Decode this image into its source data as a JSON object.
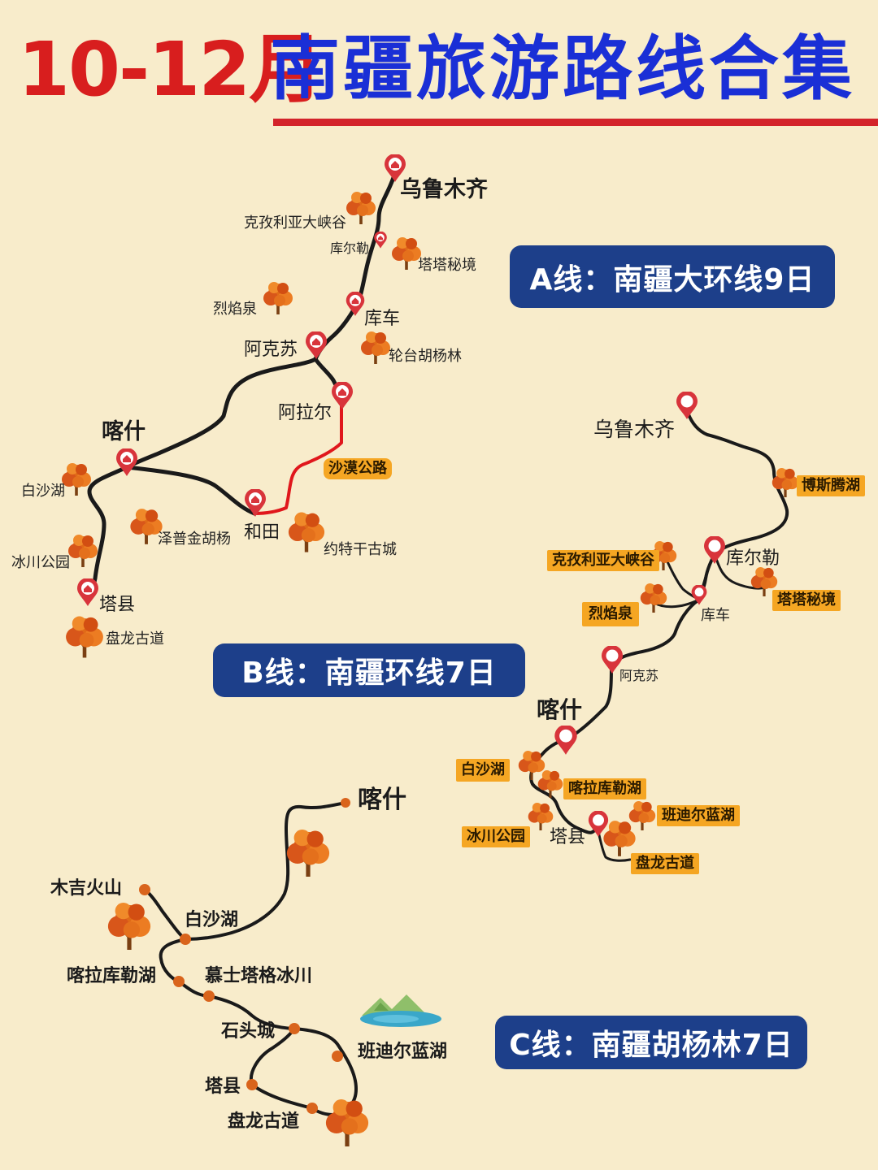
{
  "title": {
    "months": "10-12月",
    "main": "南疆旅游路线合集"
  },
  "routes": {
    "a": {
      "badge": "A线：南疆大环线9日",
      "labels": {
        "urumqi": "乌鲁木齐",
        "kizil": "克孜利亚大峡谷",
        "korla": "库尔勒",
        "tata": "塔塔秘境",
        "flame": "烈焰泉",
        "kuqa": "库车",
        "luntai": "轮台胡杨林",
        "aksu": "阿克苏",
        "alar": "阿拉尔",
        "kashgar": "喀什",
        "desert_road": "沙漠公路",
        "baisha": "白沙湖",
        "zepu": "泽普金胡杨",
        "hotan": "和田",
        "yotkan": "约特干古城",
        "glacier": "冰川公园",
        "taxian": "塔县",
        "panlong": "盘龙古道"
      }
    },
    "b": {
      "badge": "B线：南疆环线7日",
      "labels": {
        "urumqi": "乌鲁木齐",
        "bosten": "博斯腾湖",
        "kizil": "克孜利亚大峡谷",
        "korla": "库尔勒",
        "tata": "塔塔秘境",
        "flame": "烈焰泉",
        "kuqa": "库车",
        "aksu": "阿克苏",
        "kashgar": "喀什",
        "baisha": "白沙湖",
        "karakul": "喀拉库勒湖",
        "bandi": "班迪尔蓝湖",
        "glacier": "冰川公园",
        "taxian": "塔县",
        "panlong": "盘龙古道"
      }
    },
    "c": {
      "badge": "C线：南疆胡杨林7日",
      "labels": {
        "kashgar": "喀什",
        "mujihuoshan": "木吉火山",
        "baisha": "白沙湖",
        "karakul": "喀拉库勒湖",
        "muztagh": "慕士塔格冰川",
        "stonecity": "石头城",
        "bandi": "班迪尔蓝湖",
        "taxian": "塔县",
        "panlong": "盘龙古道"
      }
    }
  },
  "colors": {
    "background": "#f8eccb",
    "title_red": "#d81e1e",
    "title_blue": "#1a2fd6",
    "badge_navy": "#1d3f8a",
    "route_line": "#1a1a1a",
    "desert_road": "#e0171c",
    "pin_red": "#d8343b",
    "tag_orange": "#f5a623",
    "tree_orange": "#e06a18",
    "dot_orange": "#d9641c"
  },
  "icons": {
    "pin": "map-pin-icon",
    "tree": "autumn-tree-icon",
    "dot": "waypoint-dot-icon",
    "lake": "lake-mountain-icon"
  }
}
